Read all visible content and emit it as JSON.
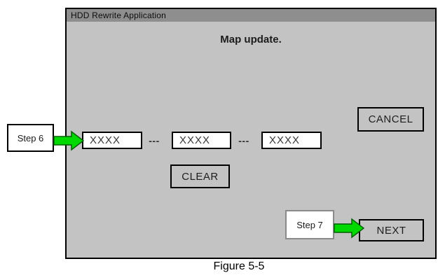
{
  "window": {
    "title": "HDD Rewrite Application",
    "heading": "Map update.",
    "inputs": [
      "XXXX",
      "XXXX",
      "XXXX"
    ],
    "separator": "---",
    "buttons": {
      "cancel": "CANCEL",
      "clear": "CLEAR",
      "next": "NEXT"
    }
  },
  "annotations": {
    "step6": {
      "label": "Step 6"
    },
    "step7": {
      "label": "Step 7"
    },
    "arrow_icon": "right-arrow"
  },
  "figure": {
    "caption": "Figure 5-5"
  },
  "colors": {
    "titlebar": "#8e8e8e",
    "dialog_body": "#c3c3c3",
    "arrow_fill": "#00d900",
    "arrow_stroke": "#005f00",
    "field_background": "#ffffff"
  }
}
